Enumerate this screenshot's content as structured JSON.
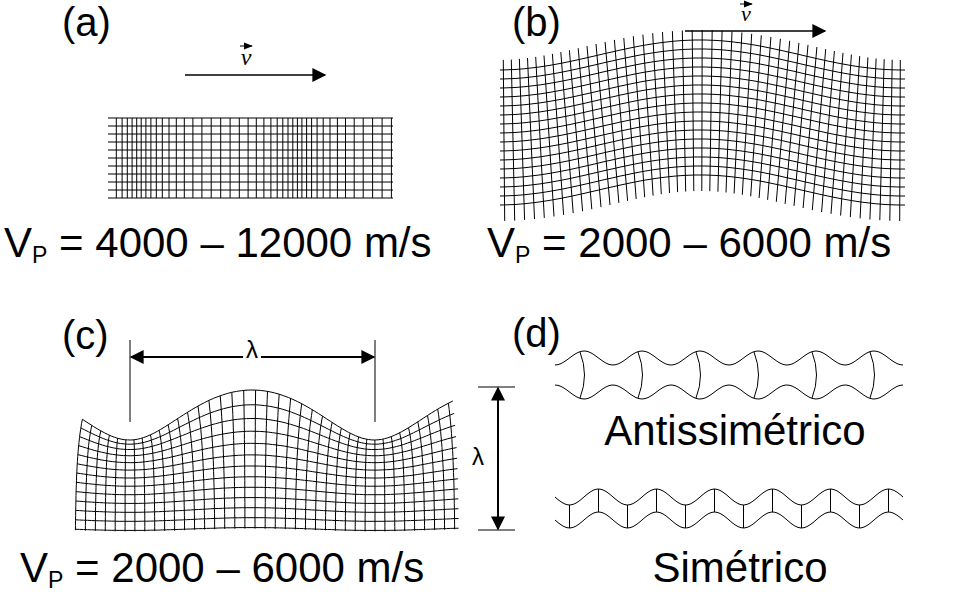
{
  "diagram": {
    "labels": [
      "(a)",
      "v",
      "(b)",
      "v",
      "VP = 4000 – 12000 m/s",
      "VP = 2000 – 6000 m/s",
      "(c)",
      "λ",
      "λ",
      "VP = 2000 – 6000 m/s",
      "(d)",
      "Antissimétrico",
      "Simétrico"
    ]
  }
}
